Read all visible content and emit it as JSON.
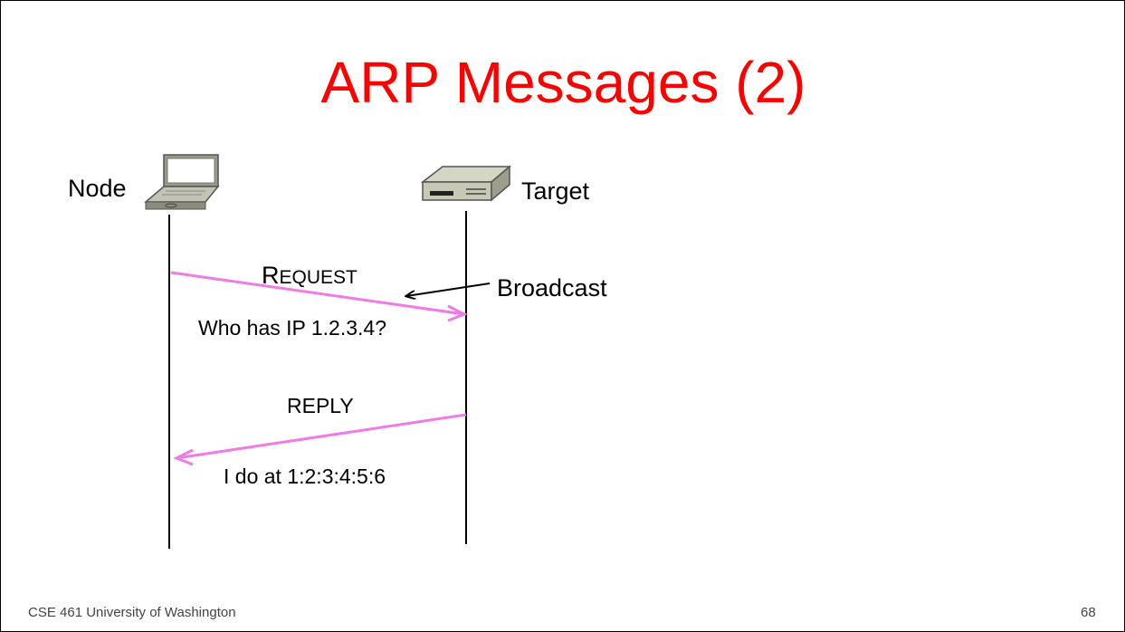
{
  "slide": {
    "title": "ARP Messages (2)",
    "title_color": "#ff0000",
    "footer_left": "CSE 461 University of Washington",
    "page_number": "68"
  },
  "diagram": {
    "node_label": "Node",
    "node_icon": "laptop-icon",
    "target_label": "Target",
    "target_icon": "network-device-icon",
    "broadcast_label": "Broadcast",
    "request": {
      "label_initial": "R",
      "label_rest": "EQUEST",
      "text": "Who has IP 1.2.3.4?"
    },
    "reply": {
      "label": "REPLY",
      "text": "I do at 1:2:3:4:5:6"
    },
    "message_color": "#f07ae6"
  }
}
